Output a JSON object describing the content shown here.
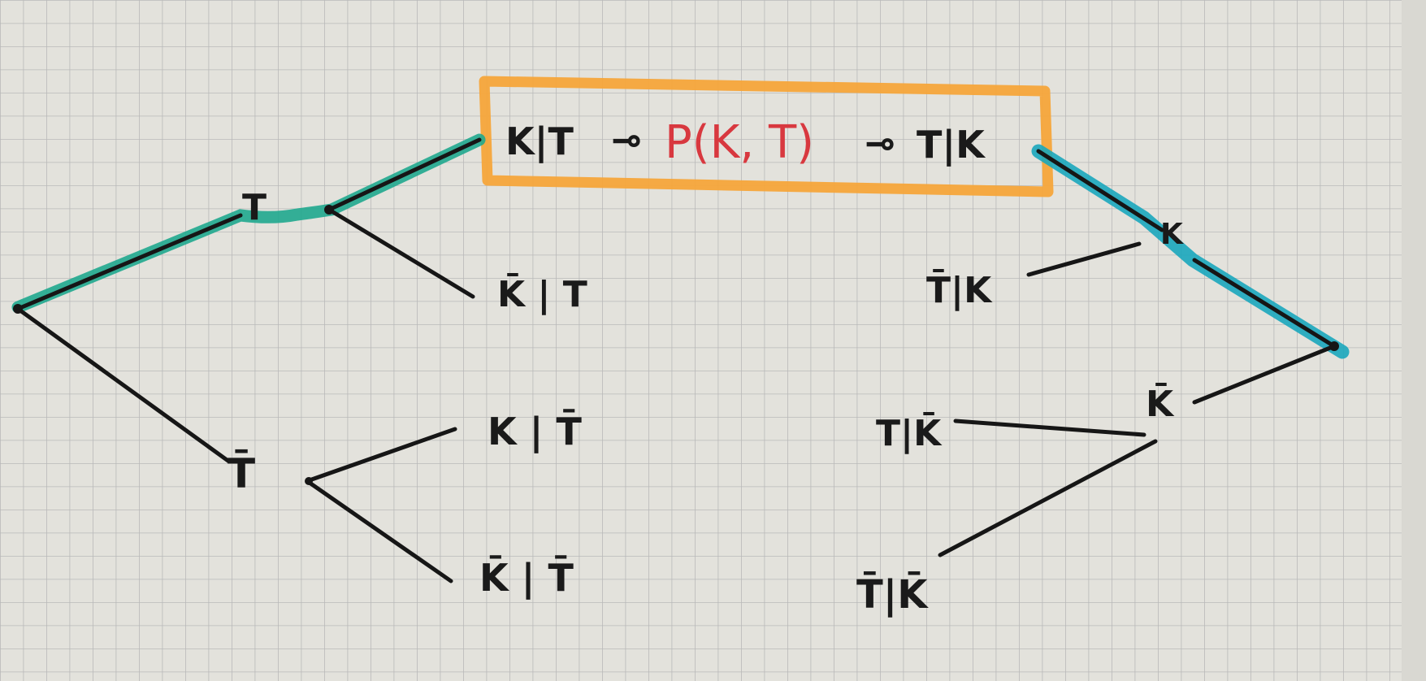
{
  "colors": {
    "paper": "#e3e2dc",
    "grid": "#b9b9b9",
    "ink": "#161616",
    "highlight_box": "#f6a53a",
    "formula_red": "#d8383f",
    "left_path_highlight": "#1fa98e",
    "right_path_highlight": "#1aa7bd"
  },
  "left_tree": {
    "branch_top": "T",
    "branch_bottom": "T̄",
    "leaf_bar_k_given_t": "K̄ | T",
    "leaf_k_given_bar_t": "K | T̄",
    "leaf_bar_k_given_bar_t": "K̄ | T̄"
  },
  "center_box": {
    "left_leaf": "K|T",
    "left_arrow": "⊸",
    "formula": "P(K, T)",
    "right_arrow": "⊸",
    "right_leaf": "T|K"
  },
  "right_tree": {
    "branch_top": "K",
    "branch_bottom": "K̄",
    "leaf_bar_t_given_k": "T̄|K",
    "leaf_t_given_bar_k": "T|K̄",
    "leaf_bar_t_given_bar_k": "T̄|K̄"
  }
}
